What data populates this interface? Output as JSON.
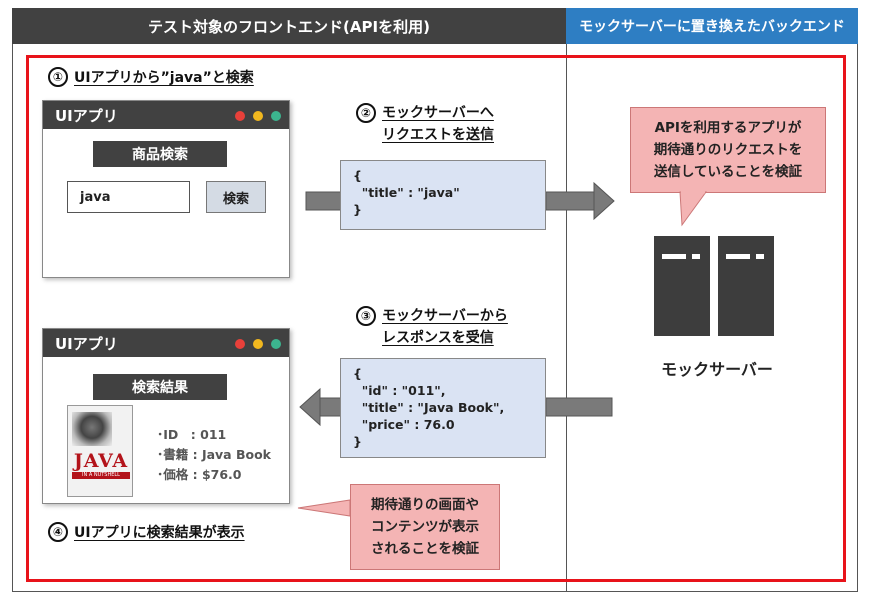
{
  "header": {
    "left_title": "テスト対象のフロントエンド(APIを利用)",
    "right_title": "モックサーバーに置き換えたバックエンド"
  },
  "steps": {
    "s1": {
      "num": "①",
      "text": "UIアプリから”java”と検索"
    },
    "s2": {
      "num": "②",
      "line1": "モックサーバーへ",
      "line2": "リクエストを送信"
    },
    "s3": {
      "num": "③",
      "line1": "モックサーバーから",
      "line2": "レスポンスを受信"
    },
    "s4": {
      "num": "④",
      "text": "UIアプリに検索結果が表示"
    }
  },
  "window1": {
    "title": "UIアプリ",
    "heading": "商品検索",
    "search_value": "java",
    "search_button": "検索"
  },
  "window2": {
    "title": "UIアプリ",
    "heading": "検索結果",
    "book": {
      "cover_title": "JAVA",
      "cover_subtitle": "IN A NUTSHELL"
    },
    "results": [
      "･ID　: 011",
      "･書籍 : Java Book",
      "･価格 : $76.0"
    ]
  },
  "request_json": "{\n  \"title\" : \"java\"\n}",
  "response_json": "{\n  \"id\" : \"011\",\n  \"title\" : \"Java Book\",\n  \"price\" : 76.0\n}",
  "callout_top": [
    "APIを利用するアプリが",
    "期待通りのリクエストを",
    "送信していることを検証"
  ],
  "callout_bottom": [
    "期待通りの画面や",
    "コンテンツが表示",
    "されることを検証"
  ],
  "server_label": "モックサーバー",
  "colors": {
    "header_dark": "#414141",
    "header_blue": "#2e7ec3",
    "red_frame": "#e8131a",
    "json_bg": "#dae3f3",
    "callout_bg": "#f4b4b4"
  }
}
